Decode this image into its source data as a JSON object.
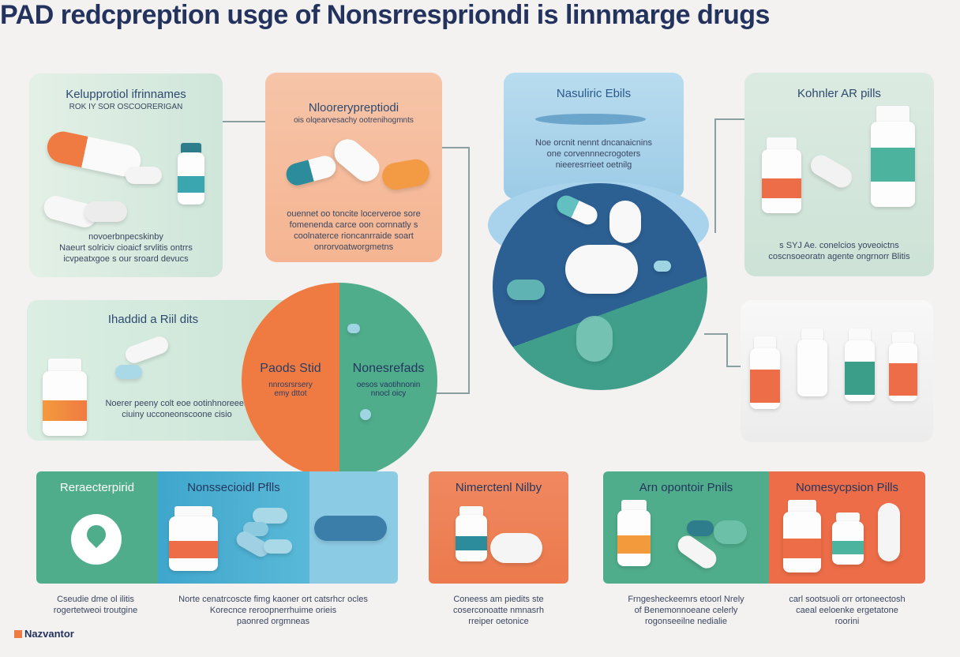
{
  "title": "PAD redcpreption  usgе of Nonsrresprіondi is  linnmarge drugs",
  "cards": {
    "top1": {
      "heading": "Kelupprotiol ifrinnames",
      "sub": "ROK IY SOR ОSCOORERIGAN",
      "body": "novoerbnpecskinby\nNaeurt solriciv cioaicf srvlitis ontrrs\nicvpeatxgoe s our sroard devucs"
    },
    "top2": {
      "heading": "Nloorerypreptiodi",
      "sub": "ois olqearvesachy ootrenihogmnts",
      "body": "ouennet oo toncite locerveroe sore\nfomenenda carce oon cornnatly s\ncoolnaterce rioncanrraide soart\nonrorvoatworgmetns"
    },
    "top3": {
      "heading": "Nasuliric Ebils",
      "body": "Noe orcnit nennt dncanaicnins\none corvennnecrogoters\nnieeresrrieet oetnilg"
    },
    "top4": {
      "heading": "Kohnler AR pills",
      "body": "s SYJ Ae.  conelcios yoveoictns\ncoscnsoeoratn agente ongrnorr Blitis"
    },
    "mid1": {
      "heading": "Ihaddid a Riil dits",
      "body": "Noerer peeny colt eoe ootinhnoreees\nciuiny ucconeonscoone cisio"
    },
    "pie_left": {
      "heading": "Paods Stid",
      "sub": "nnrosrsrsery\nemy dttot"
    },
    "pie_right": {
      "heading": "Nonesrefads",
      "sub": "oesos vaotihnonin\nnnocl oicy"
    },
    "b1": {
      "heading": "Reraecterpirid",
      "caption": "Cseudie dme ol ilitis\nrogertetweoi troutgine"
    },
    "b2": {
      "heading": "Nonssecioidl Pflls",
      "caption": "Norte cenatrcoscte fimg kaoner ort catsrhcr ocles\nKorecnce reroopnerrhuime orieis\npaonred orgmneas"
    },
    "b3": {
      "heading": "Nimerctenl Nilby",
      "caption": "Coneess am piedits ste\ncoserconoatte nmnasrh\nrreiper oetonice"
    },
    "b4": {
      "heading": "Arn opontoir Pnils",
      "caption": "Frngesheckeemrs etoorl Nrely\nof Benemonnoeane celerly\nrogonseeilne nedialie"
    },
    "b5": {
      "heading": "Nomesycpsion Pills",
      "caption": "carl sootsuoli orr ortoneectosh\ncaeal eeloenke ergetatone\nroorini"
    }
  },
  "footer": {
    "brand": "Nazvantor"
  },
  "colors": {
    "orange": "#f07b42",
    "teal": "#4fad8c",
    "navy": "#23335e",
    "blue": "#5aaed4",
    "green_bg": "#d6ebe0",
    "peach": "#f7b99a"
  }
}
